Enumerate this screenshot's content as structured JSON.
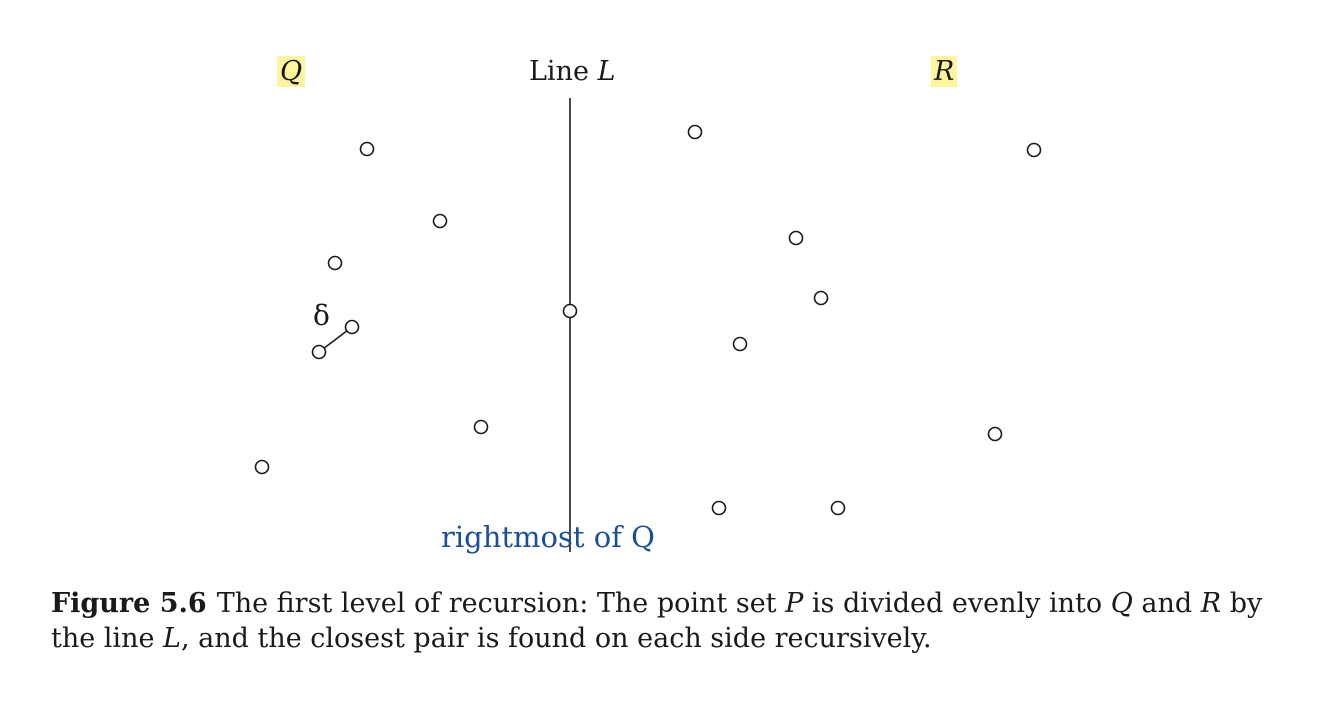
{
  "labels": {
    "Q": "Q",
    "R": "R",
    "line_prefix": "Line ",
    "line_var": "L",
    "delta": "δ",
    "annotation": "rightmost of Q"
  },
  "caption": {
    "figure_number": "Figure 5.6",
    "parts": [
      {
        "text": "The first level of recursion: The point set ",
        "italic": false
      },
      {
        "text": "P",
        "italic": true
      },
      {
        "text": " is divided evenly into ",
        "italic": false
      },
      {
        "text": "Q",
        "italic": true
      },
      {
        "text": " and ",
        "italic": false
      },
      {
        "text": "R",
        "italic": true
      },
      {
        "text": " by the line ",
        "italic": false
      },
      {
        "text": "L",
        "italic": true
      },
      {
        "text": ", and the closest pair is found on each side recursively.",
        "italic": false
      }
    ]
  },
  "colors": {
    "ink": "#1a1a1a",
    "highlight": "#fff59d",
    "annotation": "#1a4e9c"
  }
}
